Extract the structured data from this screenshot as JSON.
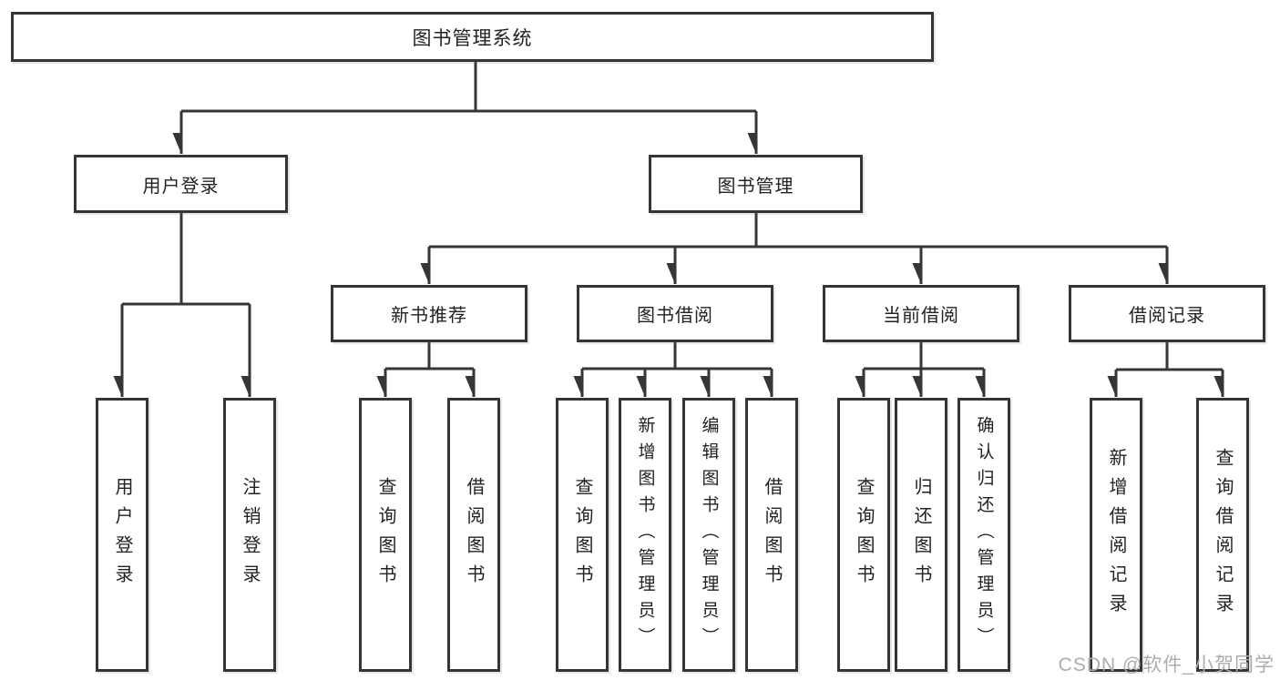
{
  "tree": {
    "label": "图书管理系统",
    "children": [
      {
        "label": "用户登录",
        "children": [
          {
            "label": "用户登录"
          },
          {
            "label": "注销登录"
          }
        ]
      },
      {
        "label": "图书管理",
        "children": [
          {
            "label": "新书推荐",
            "children": [
              {
                "label": "查询图书"
              },
              {
                "label": "借阅图书"
              }
            ]
          },
          {
            "label": "图书借阅",
            "children": [
              {
                "label": "查询图书"
              },
              {
                "label": "新增图书（管理员）"
              },
              {
                "label": "编辑图书（管理员）"
              },
              {
                "label": "借阅图书"
              }
            ]
          },
          {
            "label": "当前借阅",
            "children": [
              {
                "label": "查询图书"
              },
              {
                "label": "归还图书"
              },
              {
                "label": "确认归还（管理员）"
              }
            ]
          },
          {
            "label": "借阅记录",
            "children": [
              {
                "label": "新增借阅记录"
              },
              {
                "label": "查询借阅记录"
              }
            ]
          }
        ]
      }
    ]
  },
  "colors": {
    "line": "#363636",
    "border": "#363636",
    "text": "#222222",
    "watermark": "#adadad",
    "background": "#ffffff"
  },
  "watermark": "CSDN @软件_小贺同学"
}
